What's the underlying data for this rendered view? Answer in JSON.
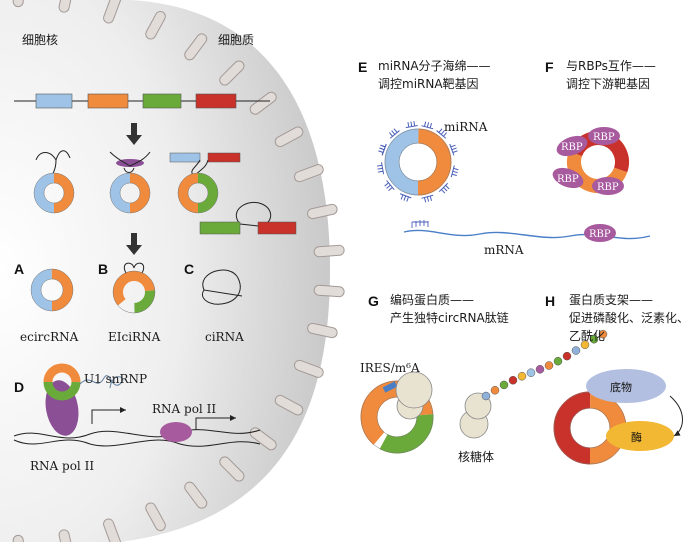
{
  "labels": {
    "nucleus": "细胞核",
    "cytoplasm": "细胞质",
    "ecircRNA": "ecircRNA",
    "EIciRNA": "EIciRNA",
    "ciRNA": "ciRNA",
    "u1_snrnp": "U1 snRNP",
    "rna_pol_ii_1": "RNA pol II",
    "rna_pol_ii_2": "RNA pol II",
    "mirna": "miRNA",
    "mrna": "mRNA",
    "ires": "IRES/m⁶A",
    "ribosome": "核糖体",
    "substrate": "底物",
    "enzyme": "酶",
    "rbp": "RBP"
  },
  "panels": {
    "A": "A",
    "B": "B",
    "C": "C",
    "D": "D",
    "E": {
      "letter": "E",
      "line1": "miRNA分子海绵——",
      "line2": "调控miRNA靶基因"
    },
    "F": {
      "letter": "F",
      "line1": "与RBPs互作——",
      "line2": "调控下游靶基因"
    },
    "G": {
      "letter": "G",
      "line1": "编码蛋白质——",
      "line2": "产生独特circRNA肽链"
    },
    "H": {
      "letter": "H",
      "line1": "蛋白质支架——",
      "line2": "促进磷酸化、泛素化、",
      "line3": "乙酰化"
    }
  },
  "colors": {
    "exon_blue": "#9ec3e6",
    "exon_orange": "#f08a3c",
    "exon_green": "#6aaa3a",
    "exon_red": "#c8322a",
    "rbp_purple": "#a85a9e",
    "pol_purple": "#8a4f94",
    "ribosome_beige": "#e8e2d0",
    "substrate_lavender": "#b3bfe0",
    "enzyme_yellow": "#f2b733"
  }
}
